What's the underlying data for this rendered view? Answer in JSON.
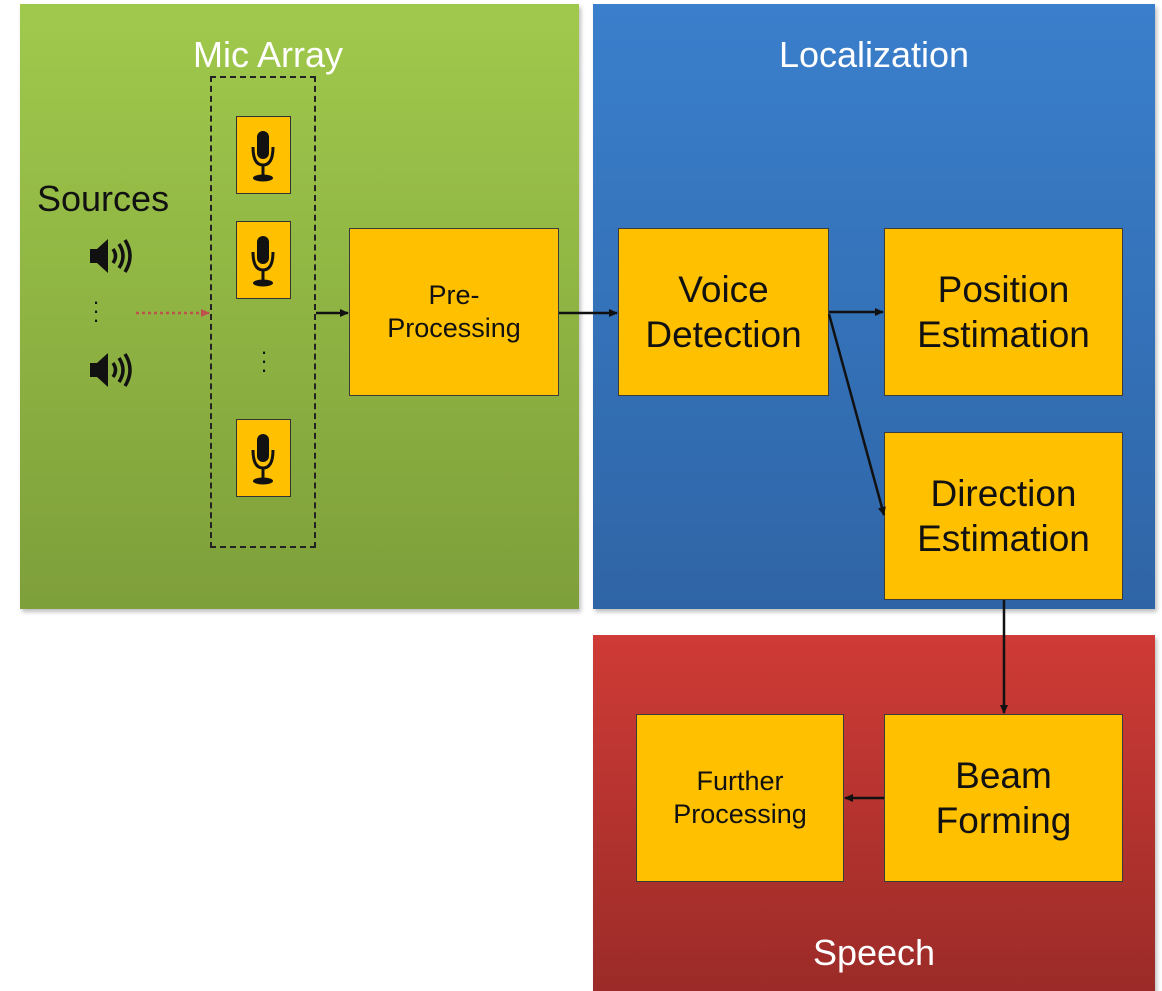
{
  "panels": {
    "mic_array": "Mic Array",
    "localization": "Localization",
    "speech": "Speech"
  },
  "sources": {
    "label": "Sources",
    "icon": "speaker-icon"
  },
  "boxes": {
    "pre_processing": [
      "Pre-",
      "Processing"
    ],
    "voice_detection": [
      "Voice",
      "Detection"
    ],
    "position_estimation": [
      "Position",
      "Estimation"
    ],
    "direction_estimation": [
      "Direction",
      "Estimation"
    ],
    "beam_forming": [
      "Beam",
      "Forming"
    ],
    "further_processing": [
      "Further",
      "Processing"
    ]
  },
  "icons": {
    "microphone": "microphone-icon",
    "speaker": "speaker-icon"
  },
  "colors": {
    "mic_panel": "#8fb443",
    "localization_panel": "#3470b8",
    "speech_panel": "#b8332f",
    "box_fill": "#ffc000",
    "source_arrow": "#c0504d"
  }
}
